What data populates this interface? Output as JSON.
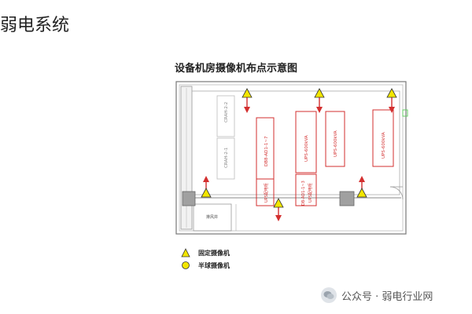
{
  "page": {
    "title": "弱电系统"
  },
  "diagram": {
    "title": "设备机房摄像机布点示意图",
    "rack_labels": {
      "rack_a": "DB8-AD1-1~7",
      "rack_b": "DB-AD1-1~3",
      "rack_b2": "UPS配电柜",
      "ups1": "UPS-600kVA",
      "ups2": "UPS-600kVA",
      "ups3": "UPS-600kVA",
      "cab1": "CRAH-2-2",
      "cab2": "CRAH-2-1",
      "cab3": "UPS配电柜"
    },
    "room_label": "排风井"
  },
  "legend": {
    "fixed_camera": "固定摄像机",
    "dome_camera": "半球摄像机"
  },
  "watermark": {
    "text": "公众号 · 弱电行业网"
  },
  "colors": {
    "accent_red": "#d32f2f",
    "camera_yellow": "#f2e600",
    "wall": "#666666"
  }
}
